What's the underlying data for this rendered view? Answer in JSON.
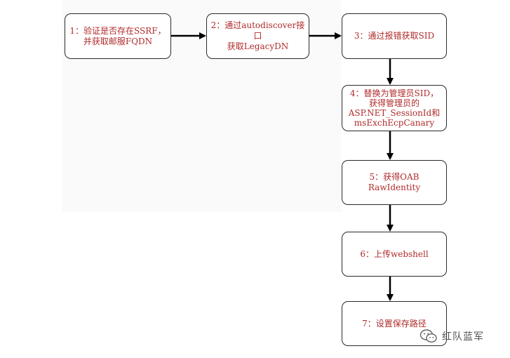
{
  "diagram": {
    "steps": [
      "1：验证是否存在SSRF，\n并获取邮服FQDN",
      "2：通过autodiscover接口\n获取LegacyDN",
      "3：通过报错获取SID",
      "4：替换为管理员SID，\n获得管理员的\nASP.NET_SessionId和\nmsExchEcpCanary",
      "5：获得OAB RawIdentity",
      "6：上传webshell",
      "7：设置保存路径"
    ],
    "colors": {
      "text": "#b02a2a",
      "border": "#2a2a2a",
      "arrow": "#000000"
    }
  },
  "watermark": {
    "label": "红队蓝军",
    "icon": "wechat-icon"
  }
}
